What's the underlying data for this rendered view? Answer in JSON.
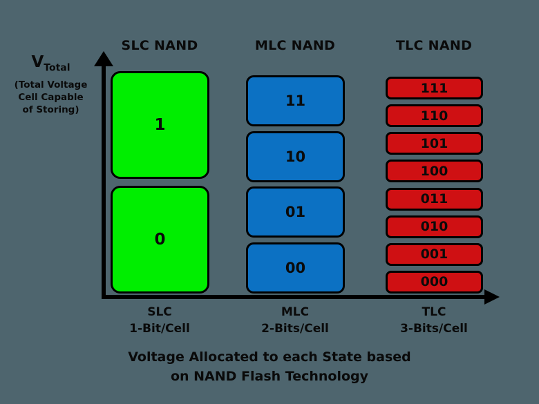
{
  "background_color": "#4e656e",
  "y_axis": {
    "symbol_main": "V",
    "symbol_sub": "Total",
    "description_line1": "(Total Voltage",
    "description_line2": "Cell Capable",
    "description_line3": "of Storing)"
  },
  "headers": {
    "slc": "SLC NAND",
    "mlc": "MLC NAND",
    "tlc": "TLC NAND"
  },
  "x_axis": {
    "slc_name": "SLC",
    "slc_detail": "1-Bit/Cell",
    "mlc_name": "MLC",
    "mlc_detail": "2-Bits/Cell",
    "tlc_name": "TLC",
    "tlc_detail": "3-Bits/Cell"
  },
  "caption": {
    "line1": "Voltage Allocated to each State based",
    "line2": "on NAND Flash Technology"
  },
  "chart_data": {
    "type": "bar",
    "title": "Voltage Allocated to each State based on NAND Flash Technology",
    "xlabel": "",
    "ylabel": "V Total (Total Voltage Cell Capable of Storing)",
    "grid": false,
    "legend": "none",
    "categories": [
      "SLC NAND",
      "MLC NAND",
      "TLC NAND"
    ],
    "series": [
      {
        "name": "SLC NAND",
        "bits_per_cell": 1,
        "state_count": 2,
        "color": "#00ee00",
        "states": [
          "1",
          "0"
        ]
      },
      {
        "name": "MLC NAND",
        "bits_per_cell": 2,
        "state_count": 4,
        "color": "#0c71c3",
        "states": [
          "11",
          "10",
          "01",
          "00"
        ]
      },
      {
        "name": "TLC NAND",
        "bits_per_cell": 3,
        "state_count": 8,
        "color": "#cf1013",
        "states": [
          "111",
          "110",
          "101",
          "100",
          "011",
          "010",
          "001",
          "000"
        ]
      }
    ]
  }
}
